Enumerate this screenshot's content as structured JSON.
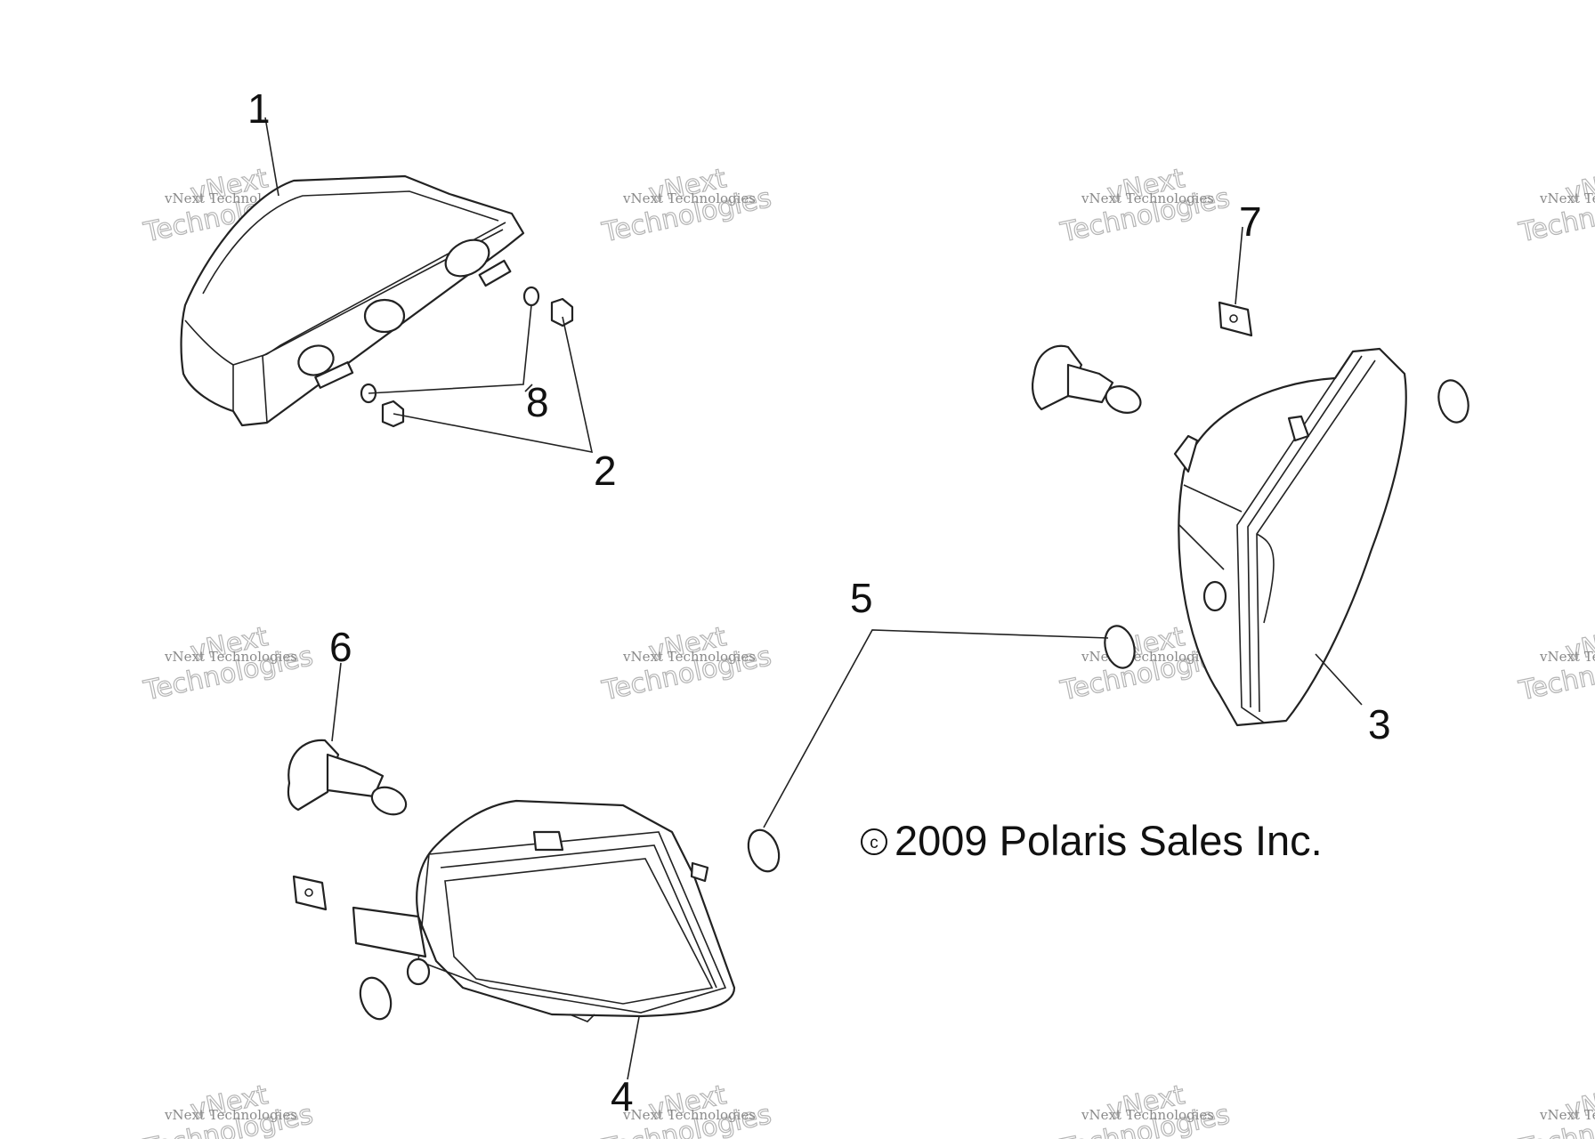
{
  "callouts": [
    {
      "id": "1",
      "text": "1"
    },
    {
      "id": "2",
      "text": "2"
    },
    {
      "id": "3",
      "text": "3"
    },
    {
      "id": "4",
      "text": "4"
    },
    {
      "id": "5",
      "text": "5"
    },
    {
      "id": "6",
      "text": "6"
    },
    {
      "id": "7",
      "text": "7"
    },
    {
      "id": "8",
      "text": "8"
    }
  ],
  "copyright": {
    "symbol": "c",
    "text": "2009 Polaris Sales Inc."
  },
  "watermark": {
    "small": "vNext Technologies",
    "big_line1": "vNext",
    "big_line2": "Technologies"
  }
}
